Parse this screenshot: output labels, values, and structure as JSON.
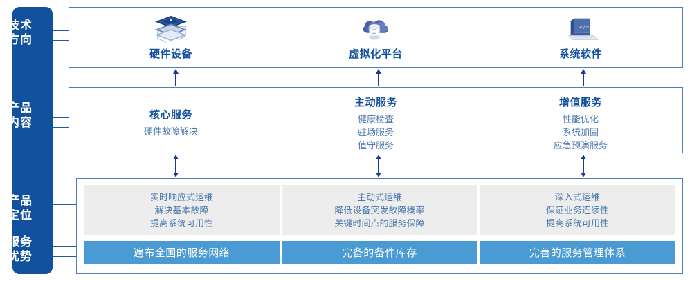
{
  "sidebar": {
    "background_color": "#11519E",
    "labels": [
      {
        "id": "tech-direction",
        "line1": "技术",
        "line2": "方向"
      },
      {
        "id": "product-content",
        "line1": "产品",
        "line2": "内容"
      },
      {
        "id": "product-position",
        "line1": "产品",
        "line2": "定位"
      },
      {
        "id": "service-advantage",
        "line1": "服务",
        "line2": "优势"
      }
    ]
  },
  "tech": {
    "items": [
      {
        "icon": "server-stack-icon",
        "label": "硬件设备"
      },
      {
        "icon": "cloud-database-icon",
        "label": "虚拟化平台"
      },
      {
        "icon": "laptop-code-icon",
        "label": "系统软件"
      }
    ]
  },
  "content": {
    "columns": [
      {
        "title": "核心服务",
        "items": [
          "硬件故障解决"
        ]
      },
      {
        "title": "主动服务",
        "items": [
          "健康检查",
          "驻场服务",
          "值守服务"
        ]
      },
      {
        "title": "增值服务",
        "items": [
          "性能优化",
          "系统加固",
          "应急预演服务"
        ]
      }
    ]
  },
  "positioning": {
    "columns": [
      {
        "lines": [
          "实时响应式运维",
          "解决基本故障",
          "提高系统可用性"
        ],
        "advantage": "遍布全国的服务网络"
      },
      {
        "lines": [
          "主动式运维",
          "降低设备突发故障概率",
          "关键时间点的服务保障"
        ],
        "advantage": "完备的备件库存"
      },
      {
        "lines": [
          "深入式运维",
          "保证业务连续性",
          "提高系统可用性"
        ],
        "advantage": "完善的服务管理体系"
      }
    ]
  },
  "colors": {
    "dark_blue": "#11519E",
    "panel_border": "#4E80C0",
    "light_blue": "#4A9BD4",
    "gray_box": "#EDEDED",
    "body_text": "#4C79AE"
  }
}
